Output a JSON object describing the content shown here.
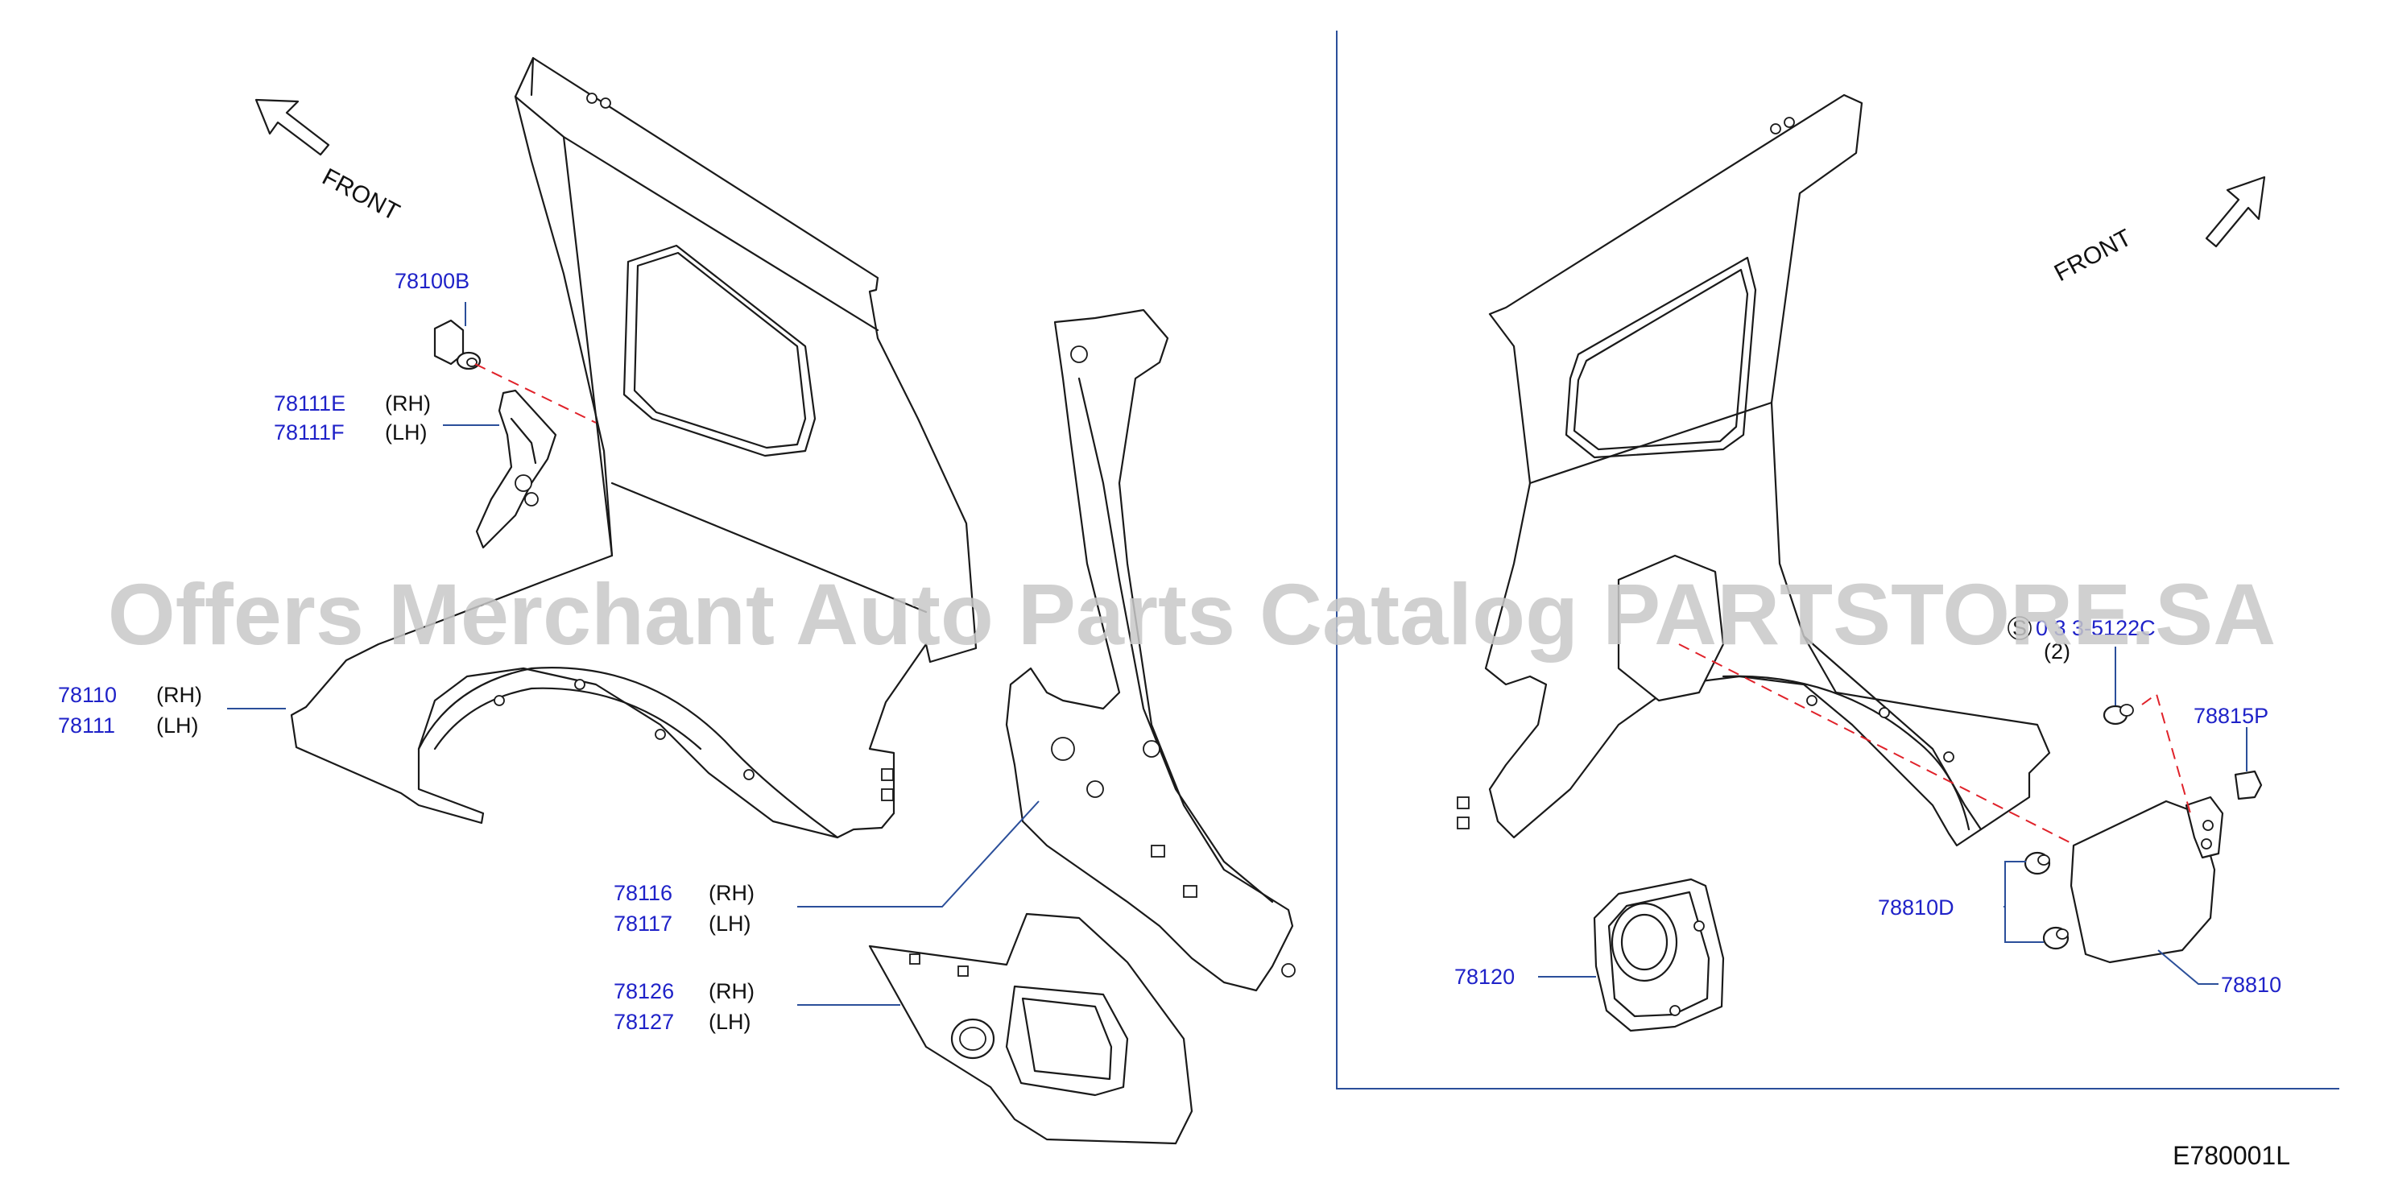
{
  "watermark": "Offers Merchant Auto Parts Catalog PARTSTORE.SA",
  "diagram_code": "E780001L",
  "front_labels": {
    "left": "FRONT",
    "right": "FRONT"
  },
  "callouts": {
    "p78100B": "78100B",
    "p78111E": "78111E",
    "p78111E_side": "(RH)",
    "p78111F": "78111F",
    "p78111F_side": "(LH)",
    "p78110": "78110",
    "p78110_side": "(RH)",
    "p78111": "78111",
    "p78111_side": "(LH)",
    "p78116": "78116",
    "p78116_side": "(RH)",
    "p78117": "78117",
    "p78117_side": "(LH)",
    "p78126": "78126",
    "p78126_side": "(RH)",
    "p78127": "78127",
    "p78127_side": "(LH)",
    "screw_prefix": "S",
    "screw": "0 3 3-5122C",
    "screw_qty": "(2)",
    "p78815P": "78815P",
    "p78810D": "78810D",
    "p78120": "78120",
    "p78810": "78810"
  },
  "colors": {
    "part_number": "#1f22c8",
    "leader": "#2b4f9a",
    "dashed_guide": "#e0222a",
    "watermark": "#c8c8c8"
  }
}
